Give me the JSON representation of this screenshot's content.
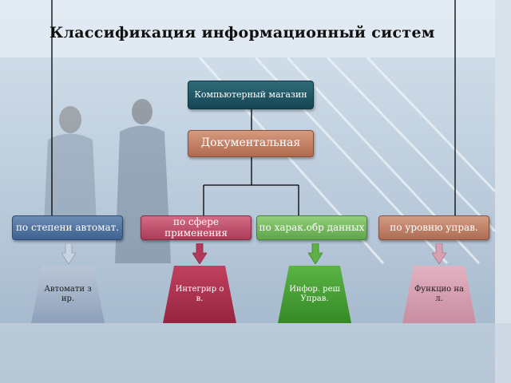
{
  "title": "Классификация информационный систем",
  "root": {
    "label": "Компьютерный магазин"
  },
  "middle": {
    "label": "Документальная"
  },
  "categories": [
    {
      "label": "по степени автомат.",
      "color": "#4d6f9c"
    },
    {
      "label": "по сфере применения",
      "color": "#b94663"
    },
    {
      "label": "по харак.обр данных",
      "color": "#6db356"
    },
    {
      "label": "по уровню управ.",
      "color": "#b97a60"
    }
  ],
  "leaves": [
    {
      "label": "Автомати зир.",
      "color": "#9fb0c8"
    },
    {
      "label": "Интегрир ов.",
      "color": "#a52b48"
    },
    {
      "label": "Инфор. реш Управ.",
      "color": "#3f9a2f"
    },
    {
      "label": "Функцио нал.",
      "color": "#d59fb0"
    }
  ],
  "colors": {
    "root_bg": "#1e5464",
    "middle_bg": "#c27f63",
    "connector": "#000000"
  }
}
